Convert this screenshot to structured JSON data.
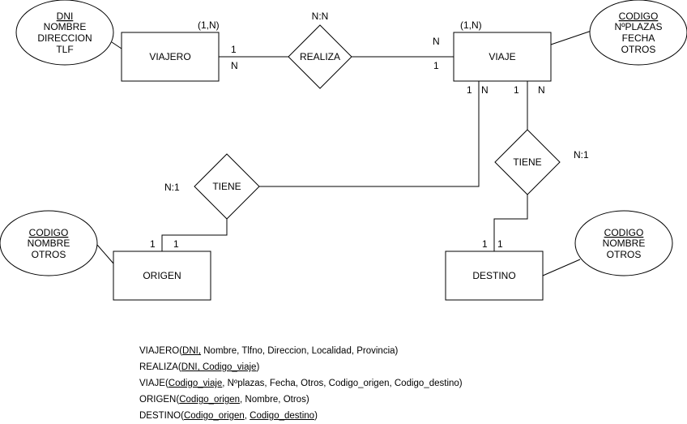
{
  "entities": {
    "viajero": "VIAJERO",
    "viaje": "VIAJE",
    "origen": "ORIGEN",
    "destino": "DESTINO"
  },
  "relationships": {
    "realiza": "REALIZA",
    "tiene_origen": "TIENE",
    "tiene_destino": "TIENE"
  },
  "attributes": {
    "viajero": {
      "key": "DNI",
      "others": [
        "NOMBRE",
        "DIRECCION",
        "TLF"
      ]
    },
    "viaje": {
      "key": "CODIGO",
      "others": [
        "NºPLAZAS",
        "FECHA",
        "OTROS"
      ]
    },
    "origen": {
      "key": "CODIGO",
      "others": [
        "NOMBRE",
        "OTROS"
      ]
    },
    "destino": {
      "key": "CODIGO",
      "others": [
        "NOMBRE",
        "OTROS"
      ]
    }
  },
  "cardinalities": {
    "realiza_type": "N:N",
    "viajero_card": "(1,N)",
    "viaje_card": "(1,N)",
    "viajero_realiza_top": "1",
    "viajero_realiza_bottom": "N",
    "viaje_realiza_top": "N",
    "viaje_realiza_bottom": "1",
    "viaje_origen_a": "1",
    "viaje_origen_b": "N",
    "viaje_destino_a": "1",
    "viaje_destino_b": "N",
    "tiene_origen_type": "N:1",
    "tiene_destino_type": "N:1",
    "origen_a": "1",
    "origen_b": "1",
    "destino_a": "1",
    "destino_b": "1"
  },
  "relations_text": [
    {
      "name": "VIAJERO(",
      "parts": [
        {
          "text": "DNI,",
          "u": true
        },
        {
          "text": " Nombre, Tlfno, Direccion, Localidad, Provincia)",
          "u": false
        }
      ]
    },
    {
      "name": "REALIZA(",
      "parts": [
        {
          "text": "DNI, Codigo_viaje",
          "u": true
        },
        {
          "text": ")",
          "u": false
        }
      ]
    },
    {
      "name": "VIAJE(",
      "parts": [
        {
          "text": "Codigo_viaje",
          "u": true
        },
        {
          "text": ", Nºplazas, Fecha, Otros, Codigo_origen, Codigo_destino)",
          "u": false
        }
      ]
    },
    {
      "name": "ORIGEN(",
      "parts": [
        {
          "text": "Codigo_origen",
          "u": true
        },
        {
          "text": ", Nombre, Otros)",
          "u": false
        }
      ]
    },
    {
      "name": "DESTINO(",
      "parts": [
        {
          "text": "Codigo_origen",
          "u": true
        },
        {
          "text": ", ",
          "u": false
        },
        {
          "text": "Codigo_destino",
          "u": true
        },
        {
          "text": ")",
          "u": false
        }
      ]
    }
  ]
}
